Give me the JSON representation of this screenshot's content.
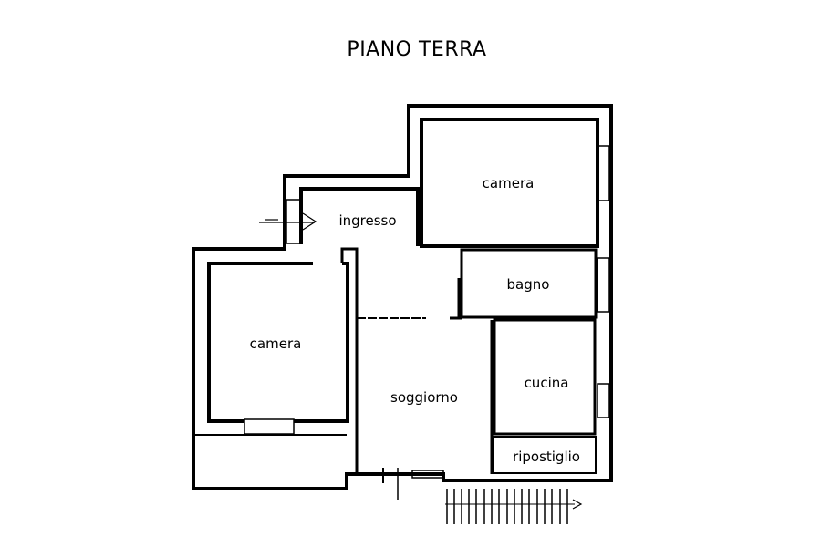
{
  "title": "PIANO TERRA",
  "rooms": {
    "camera_upper": "camera",
    "ingresso": "ingresso",
    "bagno": "bagno",
    "camera_left": "camera",
    "soggiorno": "soggiorno",
    "cucina": "cucina",
    "ripostiglio": "ripostiglio"
  },
  "colors": {
    "ink": "#000000",
    "background": "#ffffff"
  }
}
